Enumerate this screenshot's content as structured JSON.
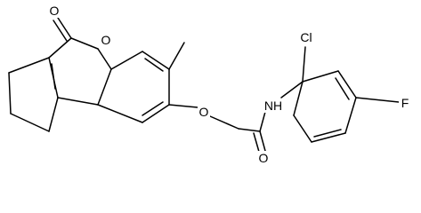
{
  "atoms": {
    "carbonyl_oxygen": "O",
    "ring_oxygen": "O",
    "methyl": "",
    "ether_oxygen": "O",
    "amide_oxygen": "O",
    "amide_nitrogen": "NH",
    "chlorine": "Cl",
    "fluorine": "F"
  },
  "colors": {
    "bond": "#000000",
    "label": "#000000",
    "background": "#ffffff"
  }
}
